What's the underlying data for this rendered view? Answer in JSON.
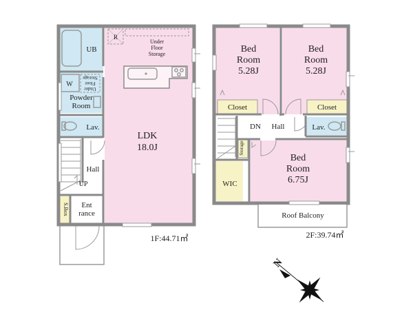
{
  "colors": {
    "room_pink": "#f9dcea",
    "wet_blue": "#cfe8f3",
    "storage_yellow": "#f7f3c6",
    "wall_gray": "#8a8a8a",
    "line_gray": "#9a9a9a"
  },
  "floor1": {
    "area_label": "1F:44.71㎡",
    "ub": "UB",
    "refrigerator": "R",
    "under_floor_storage": [
      "Under",
      "Floor",
      "Storage"
    ],
    "washer": "W",
    "under_floor_storage_rotated": [
      "Under",
      "Floor",
      "Storage"
    ],
    "powder_room": [
      "Powder",
      "Room"
    ],
    "lavatory": "Lav.",
    "ldk": [
      "LDK",
      "18.0J"
    ],
    "hall": "Hall",
    "up": "UP",
    "shoe_box": "S.Box",
    "entrance": [
      "Ent",
      "rance"
    ]
  },
  "floor2": {
    "area_label": "2F:39.74㎡",
    "bedroom_left": [
      "Bed",
      "Room",
      "5.28J"
    ],
    "bedroom_right": [
      "Bed",
      "Room",
      "5.28J"
    ],
    "closet_left": "Closet",
    "closet_right": "Closet",
    "dn": "DN",
    "hall": "Hall",
    "lavatory": "Lav.",
    "storage": "Storage",
    "wic": "WIC",
    "bedroom_main": [
      "Bed",
      "Room",
      "6.75J"
    ],
    "roof_balcony": "Roof Balcony"
  },
  "compass": {
    "north_letter": "N"
  }
}
